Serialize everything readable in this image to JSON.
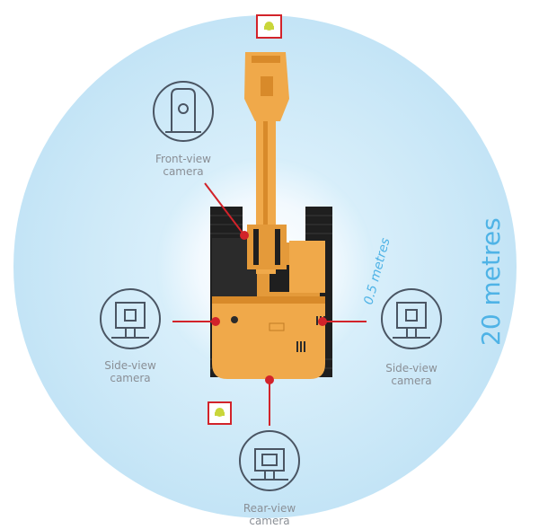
{
  "diagram": {
    "outer_zone_label": "20 metres",
    "inner_zone_label": "0.5 metres",
    "cameras": {
      "front": {
        "line1": "Front-view",
        "line2": "camera",
        "icon": "front-camera-icon"
      },
      "left": {
        "line1": "Side-view",
        "line2": "camera",
        "icon": "side-camera-icon"
      },
      "right": {
        "line1": "Side-view",
        "line2": "camera",
        "icon": "side-camera-icon"
      },
      "rear": {
        "line1": "Rear-view",
        "line2": "camera",
        "icon": "rear-camera-icon"
      }
    },
    "markers": [
      "worker-marker-top",
      "worker-marker-bottom"
    ],
    "colors": {
      "zone_outer": "#c6e6f7",
      "zone_inner": "#eaf6fd",
      "zone_text": "#4fb3e6",
      "machine": "#f0a94a",
      "machine_dark": "#d88a2a",
      "tracks": "#1f1f1f",
      "connector": "#d2232a",
      "icon_stroke": "#4a5563",
      "label_text": "#8a8f96"
    }
  }
}
